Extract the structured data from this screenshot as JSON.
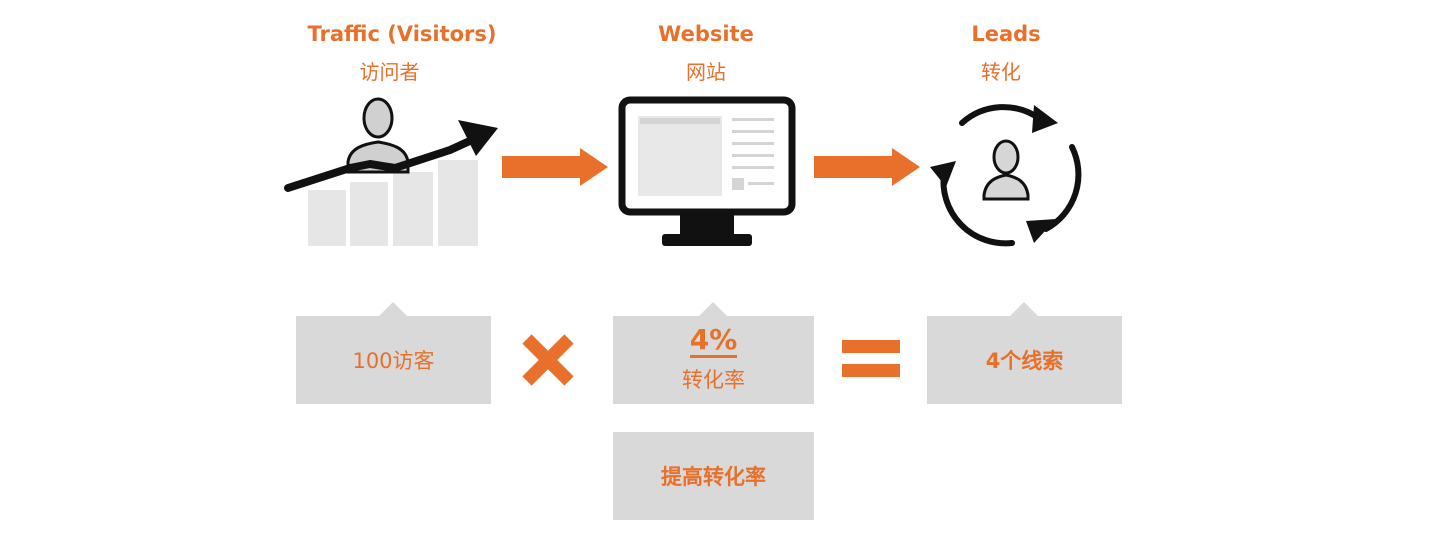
{
  "stages": [
    {
      "title_en": "Traffic (Visitors)",
      "title_zh": "访问者",
      "icon": "visitors-chart-icon"
    },
    {
      "title_en": "Website",
      "title_zh": "网站",
      "icon": "monitor-icon"
    },
    {
      "title_en": "Leads",
      "title_zh": "转化",
      "icon": "cycle-user-icon"
    }
  ],
  "boxes": {
    "visitors": "100访客",
    "rate_value": "4%",
    "rate_label": "转化率",
    "leads": "4个线索",
    "improve": "提高转化率"
  },
  "operators": [
    "multiply",
    "equals"
  ],
  "colors": {
    "accent": "#e8702a",
    "box": "#d9d9d9",
    "icon": "#111111"
  }
}
